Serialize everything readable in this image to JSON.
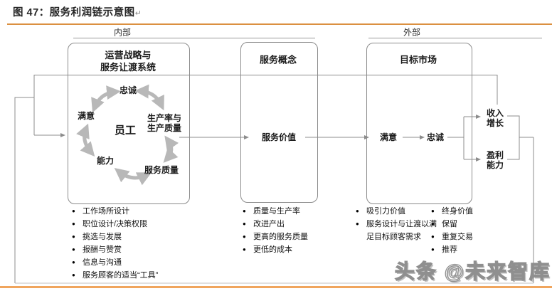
{
  "header": {
    "title": "图 47：服务利润链示意图",
    "paragraph_mark": "↵"
  },
  "regions": {
    "internal_label": "内部",
    "external_label": "外部"
  },
  "boxes": {
    "operations": {
      "title_line1": "运营战略与",
      "title_line2": "服务让渡系统"
    },
    "service_concept": {
      "title": "服务概念"
    },
    "target_market": {
      "title": "目标市场"
    }
  },
  "employee_cycle": {
    "center": "员工",
    "top": "忠诚",
    "left": "满意",
    "right_line1": "生产率与",
    "right_line2": "生产质量",
    "bottom_left": "能力",
    "bottom_right": "服务质量"
  },
  "flow": {
    "service_value": "服务价值",
    "satisfaction": "满意",
    "loyalty": "忠诚",
    "revenue_growth_line1": "收入",
    "revenue_growth_line2": "增长",
    "profitability_line1": "盈利",
    "profitability_line2": "能力"
  },
  "bullet_char": "●",
  "lists": {
    "operations": [
      "工作场所设计",
      "职位设计/决策权限",
      "挑选与发展",
      "报酬与赞赏",
      "信息与沟通",
      "服务顾客的适当“工具”"
    ],
    "service_concept": [
      "质量与生产率",
      "改进产出",
      "更高的服务质量",
      "更低的成本"
    ],
    "target_market": [
      "吸引力价值",
      "服务设计与让渡以满足目标顾客需求"
    ],
    "outcomes": [
      "终身价值",
      "保留",
      "重复交易",
      "推荐"
    ]
  },
  "watermark": "头条 @未来智库",
  "colors": {
    "accent_orange": "#DB9040",
    "bottom_rule_orange": "#F0A55D",
    "line_gray": "#8c8c8c",
    "cycle_arrow_gray": "#b8b8b8"
  }
}
